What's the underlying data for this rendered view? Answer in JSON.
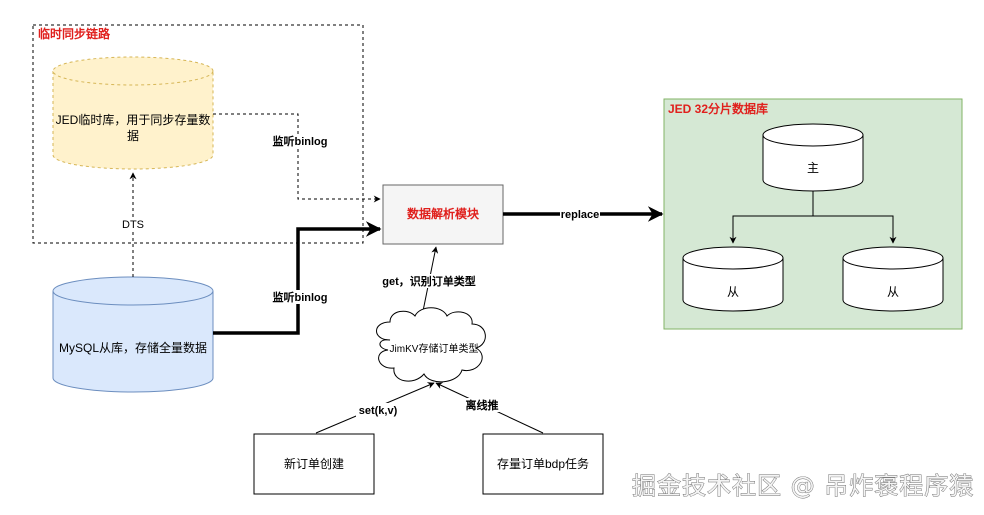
{
  "diagram": {
    "groups": {
      "temp_sync": {
        "title": "临时同步链路",
        "title_color": "#e0201d"
      },
      "jed_shard": {
        "title": "JED 32分片数据库",
        "title_color": "#e0201d",
        "fill": "#d5e8d4",
        "stroke": "#82b366"
      }
    },
    "nodes": {
      "jed_temp_db": {
        "line1": "JED临时库，用于同步存量数",
        "line2": "据",
        "fill": "#fff2cc",
        "stroke": "#d6b656"
      },
      "mysql_slave": {
        "label": "MySQL从库，存储全量数据",
        "fill": "#dae8fc",
        "stroke": "#6c8ebf"
      },
      "parser": {
        "label": "数据解析模块",
        "fill": "#f5f5f5",
        "stroke": "#666666",
        "text_color": "#e0201d"
      },
      "master": {
        "label": "主"
      },
      "slave_left": {
        "label": "从"
      },
      "slave_right": {
        "label": "从"
      },
      "jimkv": {
        "label": "JimKV存储订单类型"
      },
      "new_order": {
        "label": "新订单创建"
      },
      "stock_task": {
        "label": "存量订单bdp任务"
      }
    },
    "edges": {
      "dts": {
        "label": "DTS",
        "style": "dashed"
      },
      "binlog_temp": {
        "label": "监听binlog",
        "style": "dashed"
      },
      "binlog_mysql": {
        "label": "监听binlog",
        "style": "thick"
      },
      "replace": {
        "label": "replace",
        "style": "thick"
      },
      "get": {
        "label": "get，识别订单类型"
      },
      "set": {
        "label": "set(k,v)"
      },
      "offline": {
        "label": "离线推"
      }
    }
  },
  "watermark": "掘金技术社区 @ 吊炸褒程序猿"
}
